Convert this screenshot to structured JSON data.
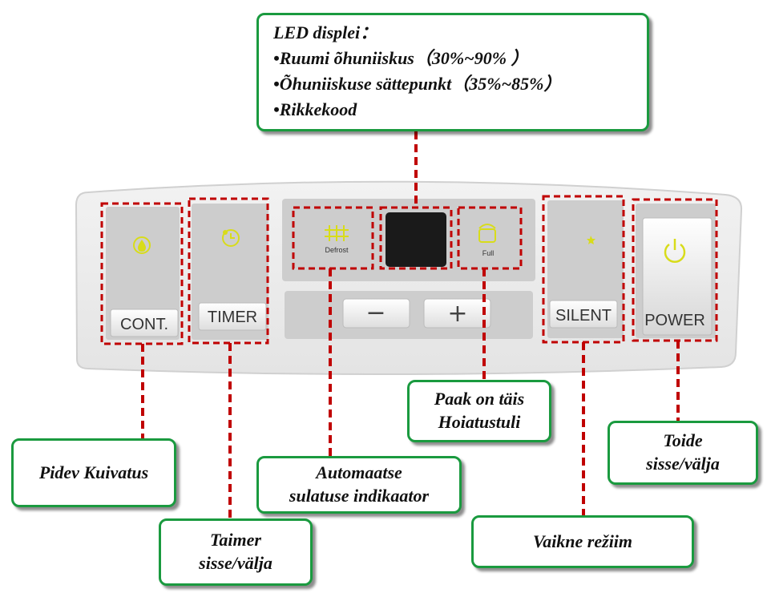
{
  "led_callout": {
    "title": "LED displei：",
    "items": [
      "•Ruumi õhuniiskus（30%~90% ）",
      "•Õhuniiskuse sättepunkt（35%~85%）",
      "•Rikkekood"
    ]
  },
  "panel": {
    "cont_label": "CONT.",
    "timer_label": "TIMER",
    "defrost_label": "Defrost",
    "full_label": "Full",
    "minus_symbol": "−",
    "plus_symbol": "+",
    "silent_label": "SILENT",
    "power_label": "POWER"
  },
  "callouts": {
    "continuous": "Pidev Kuivatus",
    "timer": [
      "Taimer",
      "sisse/välja"
    ],
    "defrost": [
      "Automaatse",
      "sulatuse indikaator"
    ],
    "tank_full": [
      "Paak on täis",
      "Hoiatustuli"
    ],
    "silent": "Vaikne režiim",
    "power": [
      "Toide",
      "sisse/välja"
    ]
  },
  "colors": {
    "callout_border": "#1a9a3f",
    "dashed_line": "#c00000",
    "indicator_yellow": "#d8dc1a",
    "panel_body": "#eeeeee",
    "panel_recess": "#cfcfcf",
    "display": "#1a1a1a"
  },
  "icons": [
    "drop-icon",
    "timer-icon",
    "defrost-icon",
    "tank-icon",
    "moon-icon",
    "power-icon"
  ]
}
